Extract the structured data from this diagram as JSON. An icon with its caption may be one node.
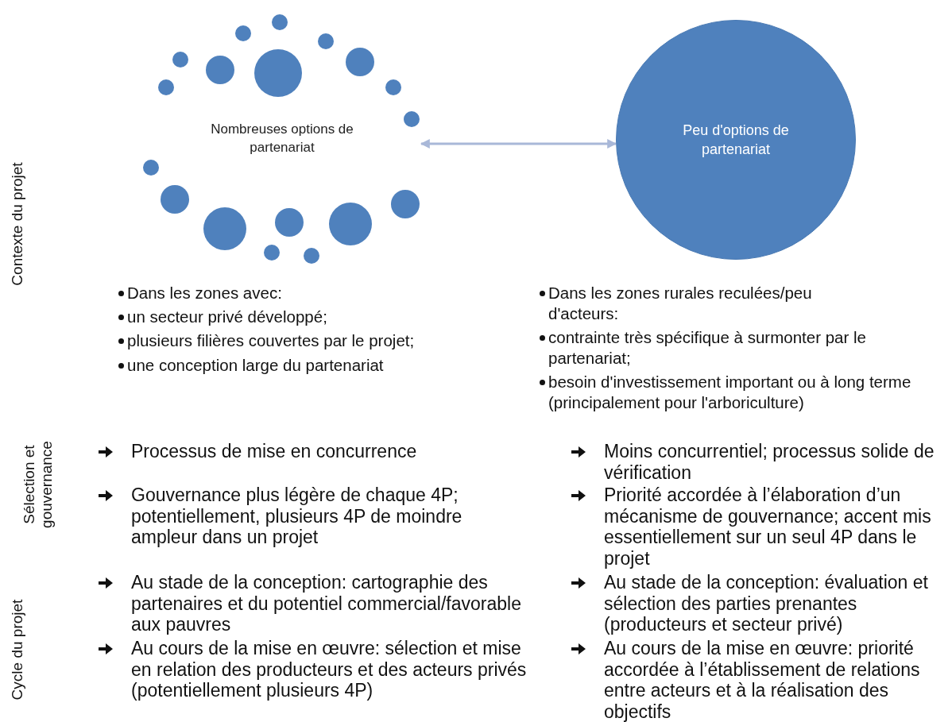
{
  "diagram": {
    "nodes": [
      {
        "text": [
          "Nombreuses options de partenariat"
        ]
      },
      {
        "text": [
          "Peu d'options de partenariat"
        ]
      }
    ],
    "edges": [
      {
        "from": 0,
        "to": 1,
        "arrow": "both",
        "color": "#a9b8d8"
      }
    ],
    "labels": [
      "Contexte du projet",
      "Dans les zones avec:",
      "un secteur privé développé;",
      "plusieurs filières couvertes par le projet;",
      "une conception large du partenariat",
      "Dans les zones rurales reculées/peu d'acteurs:",
      "contrainte très spécifique à surmonter par le partenariat;",
      "besoin d'investissement important ou à long terme (principalement pour l'arboriculture)",
      "Sélection et gouvernance",
      "Processus de mise en concurrence",
      "Moins concurrentiel; processus solide de vérification",
      "Gouvernance plus légère de chaque 4P; potentiellement, plusieurs 4P de moindre ampleur dans un projet",
      "Priorité accordée à l’élaboration d’un mécanisme de gouvernance; accent mis essentiellement sur un seul 4P dans le projet",
      "Cycle du projet",
      "Au stade de la conception: cartographie des partenaires et du potentiel commercial/favorable aux pauvres",
      "Au stade de la conception: évaluation et sélection des parties prenantes (producteurs et secteur privé)",
      "Au cours de la mise en œuvre: sélection et mise en relation des producteurs et des acteurs privés (potentiellement plusieurs 4P)",
      "Au cours de la mise en œuvre: priorité accordée à l’établissement de relations entre acteurs et à la réalisation des objectifs"
    ]
  }
}
